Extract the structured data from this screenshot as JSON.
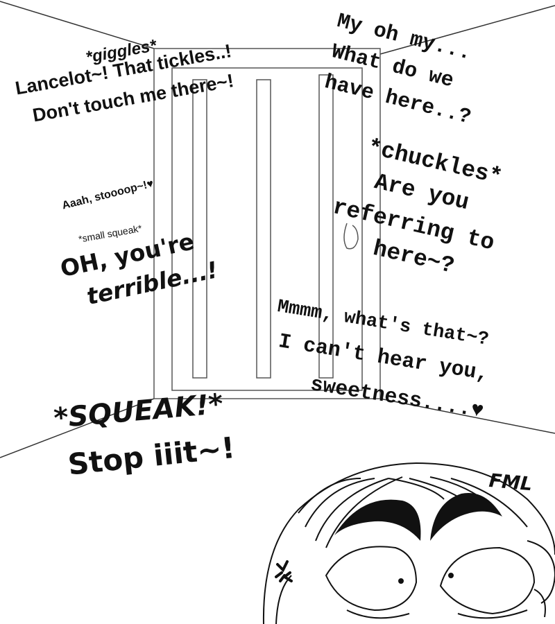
{
  "speech": {
    "left_top": {
      "line1": "*giggles*",
      "line2": "Lancelot~! That tickles..!",
      "line3": "Don't touch me there~!"
    },
    "right_top": {
      "line1": "My oh my...",
      "line2": "What do we",
      "line3": "have here..?"
    },
    "right_mid": {
      "line1": "*chuckles*",
      "line2": "Are you",
      "line3": "referring to",
      "line4": "here~?"
    },
    "left_mid": {
      "line1": "Aaah, stoooop~!♥",
      "line2": "*small squeak*",
      "line3": "OH, you're",
      "line4": "terrible...!"
    },
    "right_low": {
      "line1": "Mmmm, what's that~?",
      "line2": "I can't hear you,",
      "line3": "sweetness....♥"
    },
    "left_low": {
      "line1": "*SQUEAK!*",
      "line2": "Stop iiit~!"
    },
    "reaction": {
      "text": "FML",
      "anger_mark": "anger-mark-icon"
    }
  },
  "colors": {
    "ink": "#111111",
    "line": "#555555",
    "paper": "#ffffff"
  }
}
